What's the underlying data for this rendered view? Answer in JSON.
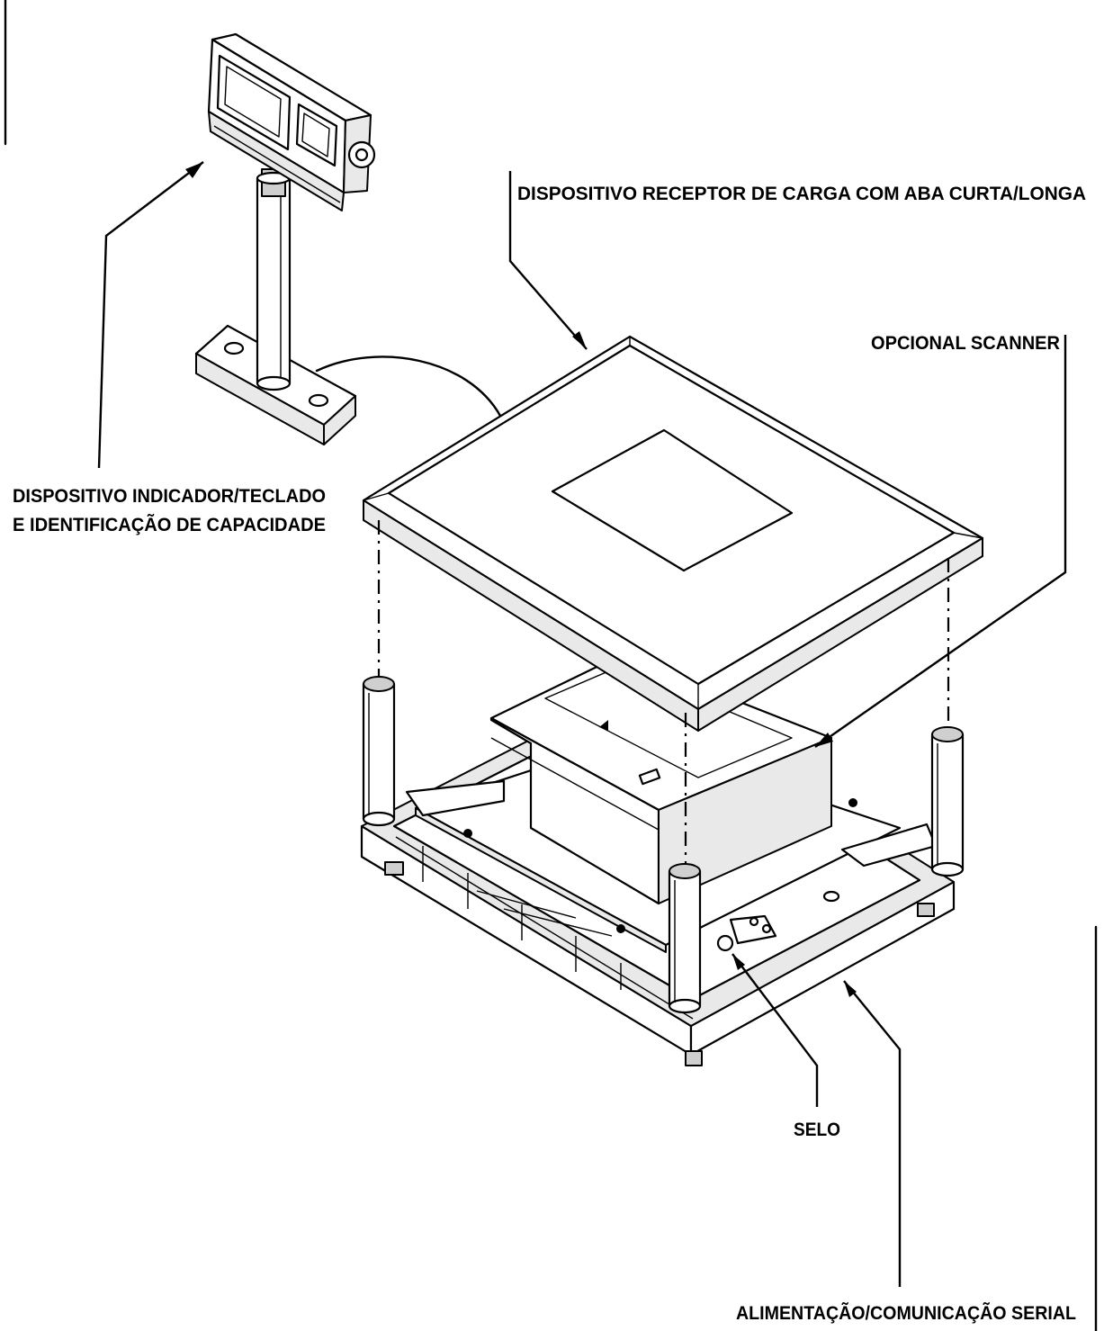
{
  "labels": {
    "load_receptor": "DISPOSITIVO RECEPTOR DE CARGA COM ABA CURTA/LONGA",
    "optional_scanner": "OPCIONAL SCANNER",
    "indicator_line1": "DISPOSITIVO INDICADOR/TECLADO",
    "indicator_line2": "E IDENTIFICAÇÃO DE CAPACIDADE",
    "seal": "SELO",
    "power_serial": "ALIMENTAÇÃO/COMUNICAÇÃO SERIAL"
  },
  "colors": {
    "line": "#000000",
    "background": "#ffffff",
    "light_fill": "#e9e9e9",
    "dark_fill": "#cfcfcf"
  }
}
